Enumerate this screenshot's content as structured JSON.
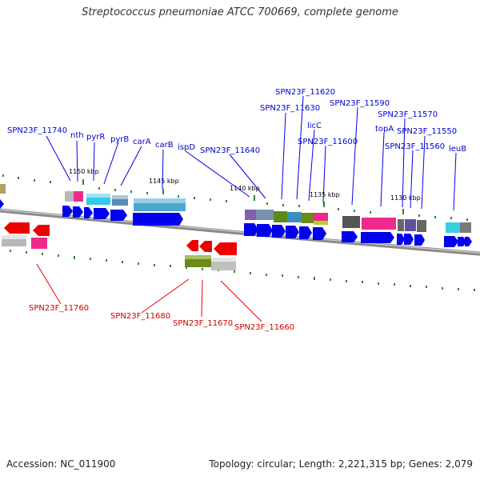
{
  "title": "Streptococcus pneumoniae ATCC 700669, complete genome",
  "footer": {
    "accession": "Accession: NC_011900",
    "stats": "Topology: circular; Length: 2,221,315 bp; Genes: 2,079"
  },
  "ticks": [
    {
      "label": "1150 kbp"
    },
    {
      "label": "1145 kbp"
    },
    {
      "label": "1140 kbp"
    },
    {
      "label": "1135 kbp"
    },
    {
      "label": "1130 kbp"
    }
  ],
  "labels_forward": [
    {
      "text": "SPN23F_11740"
    },
    {
      "text": "nth"
    },
    {
      "text": "pyrR"
    },
    {
      "text": "pyrB"
    },
    {
      "text": "carA"
    },
    {
      "text": "carB"
    },
    {
      "text": "ispD"
    },
    {
      "text": "SPN23F_11640"
    },
    {
      "text": "SPN23F_11630"
    },
    {
      "text": "SPN23F_11620"
    },
    {
      "text": "licC"
    },
    {
      "text": "SPN23F_11600"
    },
    {
      "text": "SPN23F_11590"
    },
    {
      "text": "topA"
    },
    {
      "text": "SPN23F_11570"
    },
    {
      "text": "SPN23F_11560"
    },
    {
      "text": "SPN23F_11550"
    },
    {
      "text": "leuB"
    }
  ],
  "labels_reverse": [
    {
      "text": "SPN23F_11760"
    },
    {
      "text": "SPN23F_11680"
    },
    {
      "text": "SPN23F_11670"
    },
    {
      "text": "SPN23F_11660"
    }
  ],
  "colors": {
    "forward": "#0000ee",
    "reverse": "#ee0000",
    "backbone": "#888888",
    "tick_mark": "#2a8a2a"
  }
}
